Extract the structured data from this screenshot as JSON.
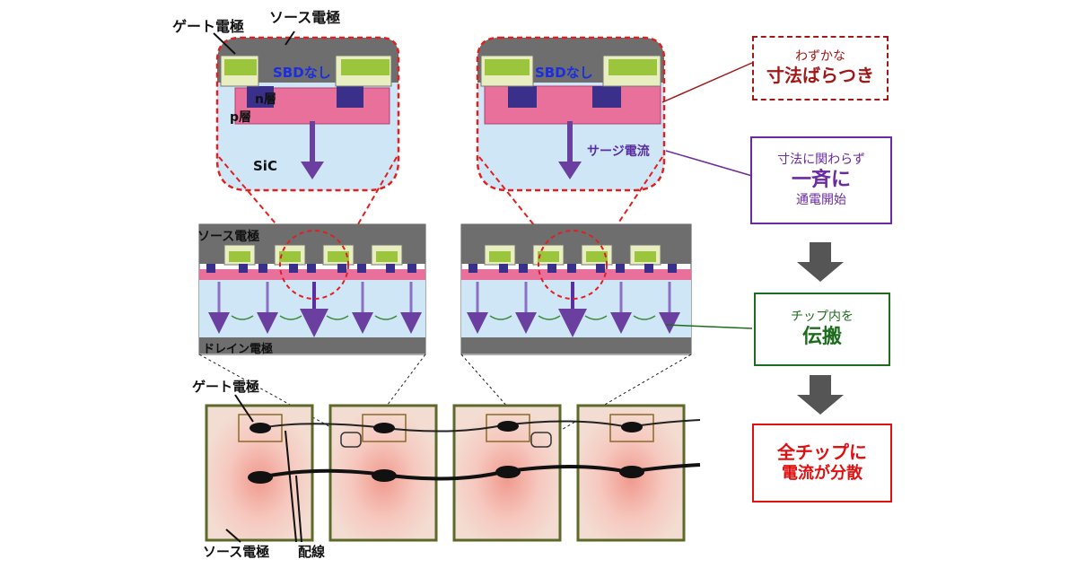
{
  "labels": {
    "gate_electrode_top": "ゲート電極",
    "source_electrode_top": "ソース電極",
    "sbd_none_left": "SBDなし",
    "sbd_none_right": "SBDなし",
    "n_layer": "n層",
    "p_layer": "p層",
    "sic": "SiC",
    "surge_current": "サージ電流",
    "source_electrode_mid": "ソース電極",
    "drain_electrode": "ドレイン電極",
    "gate_electrode_bottom": "ゲート電極",
    "source_electrode_bottom": "ソース電極",
    "wiring": "配線"
  },
  "flow": {
    "box1": {
      "line1": "わずかな",
      "line2": "寸法ばらつき",
      "color": "#a01818",
      "style": "dashed"
    },
    "box2": {
      "line1": "寸法に関わらず",
      "line2": "一斉に",
      "line3": "通電開始",
      "color": "#6a2aa0"
    },
    "box3": {
      "line1": "チップ内を",
      "line2": "伝搬",
      "color": "#1d6b1d"
    },
    "box4": {
      "line1": "全チップに",
      "line2": "電流が分散",
      "color": "#e01010"
    }
  },
  "colors": {
    "sic": "#cfe6f7",
    "p_layer": "#e8709a",
    "n_region": "#3a2f8a",
    "gate_oxide": "#e8eec0",
    "gate": "#9bc53d",
    "source_metal": "#6e6e6e",
    "arrow": "#6a3fa0",
    "red_dash": "#e02020",
    "chip_fill": "#f7d2cc",
    "chip_border": "#5b6a2a"
  }
}
